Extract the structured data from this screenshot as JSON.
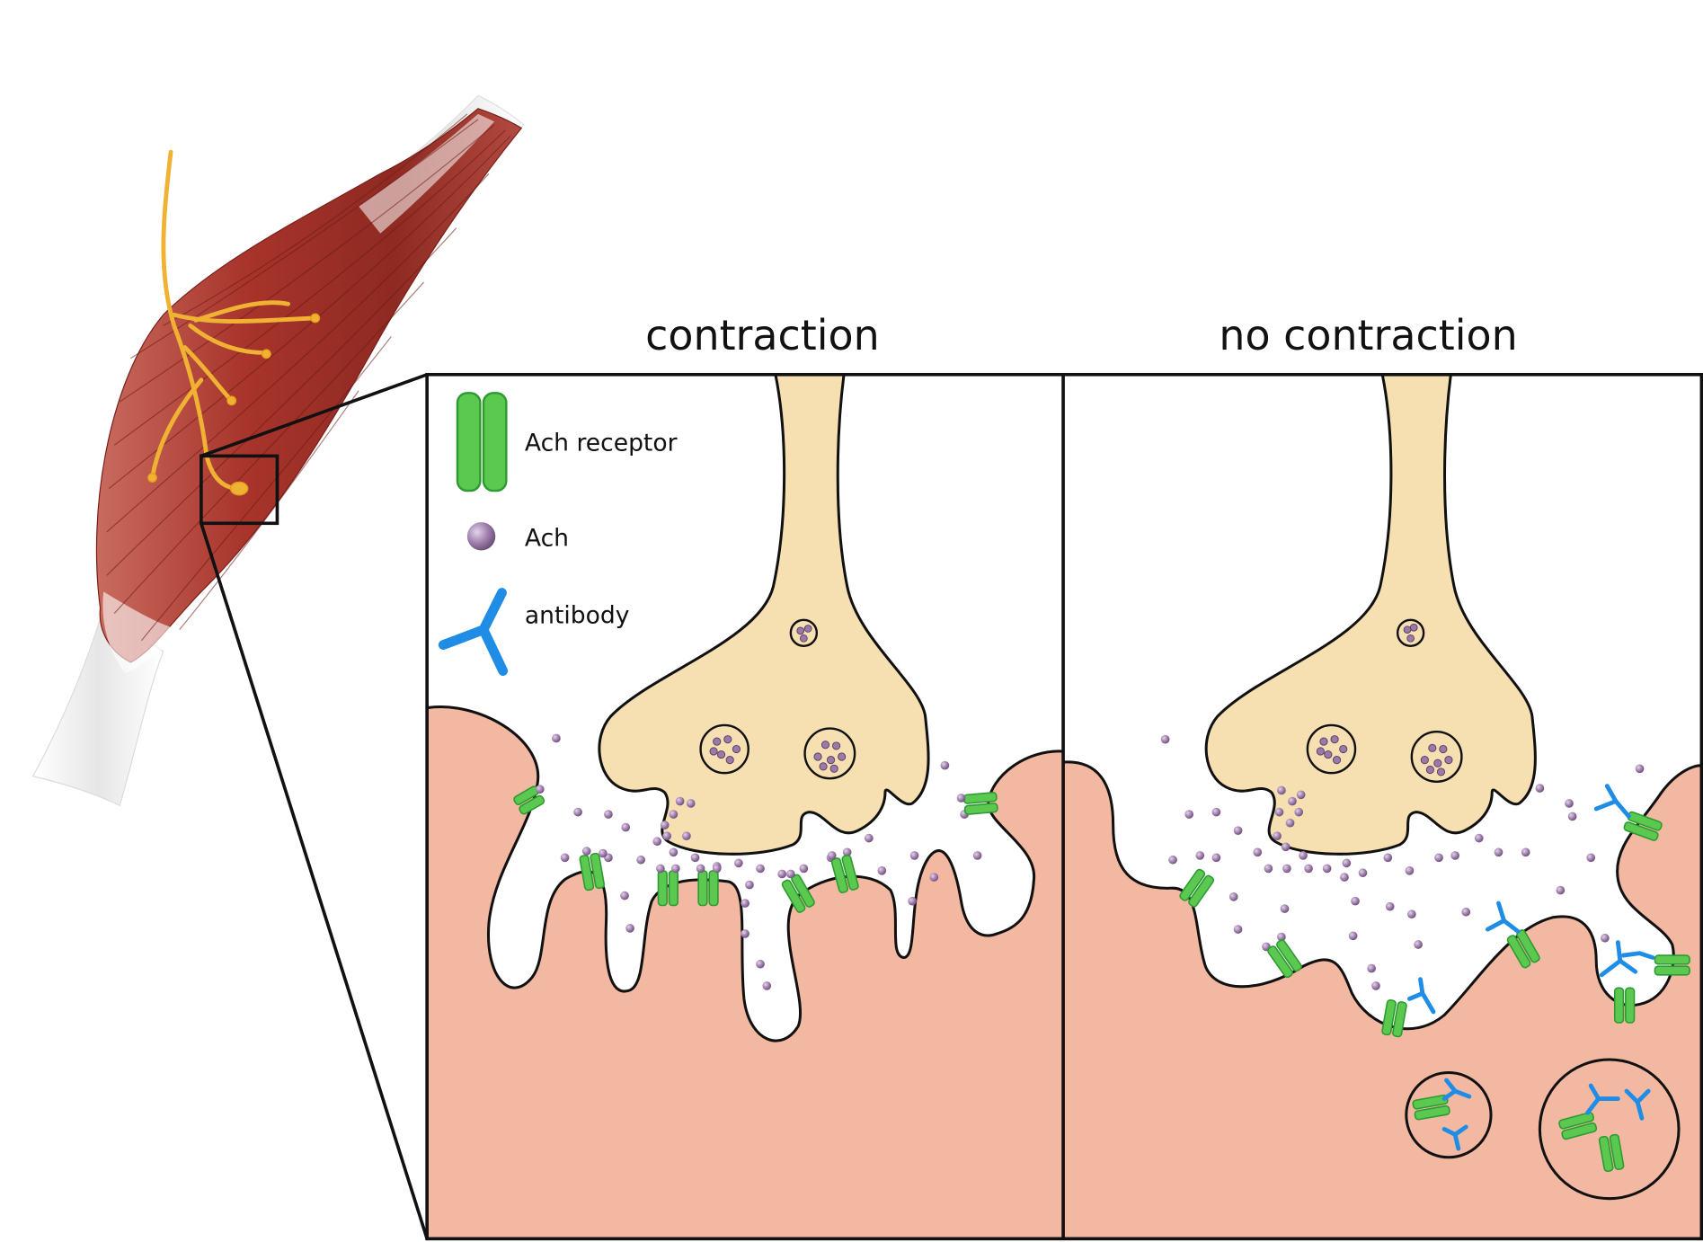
{
  "titles": {
    "left": "contraction",
    "right": "no contraction"
  },
  "legend": {
    "receptor": "Ach receptor",
    "ach": "Ach",
    "antibody": "antibody"
  },
  "colors": {
    "muscle_red": "#a2332a",
    "tendon": "#f2f2f2",
    "nerve": "#f0b233",
    "terminal": "#f6e0b2",
    "muscle_cell": "#f2b8a2",
    "receptor": "#5bc94f",
    "receptor_edge": "#2d9a32",
    "ach": "#9b7aa8",
    "antibody": "#1f8de6"
  },
  "icons": {
    "receptor": "ach-receptor-icon",
    "ach": "ach-molecule-icon",
    "antibody": "antibody-icon"
  }
}
